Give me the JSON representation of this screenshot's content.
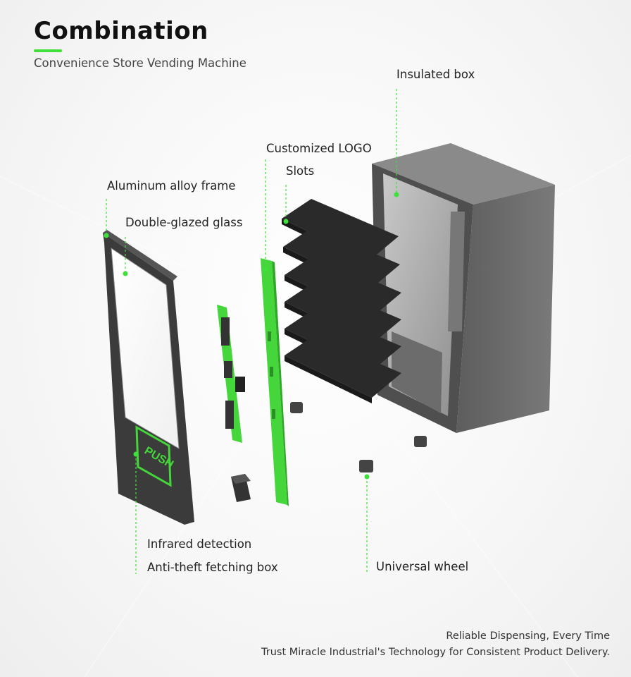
{
  "header": {
    "title": "Combination",
    "subtitle": "Convenience Store Vending Machine"
  },
  "labels": {
    "insulated_box": "Insulated box",
    "customized_logo": "Customized LOGO",
    "slots": "Slots",
    "aluminum_frame": "Aluminum alloy frame",
    "double_glass": "Double-glazed glass",
    "infrared": "Infrared detection",
    "anti_theft": "Anti-theft fetching box",
    "universal_wheel": "Universal wheel",
    "push_text": "PUSH"
  },
  "footer": {
    "line1": "Reliable Dispensing, Every Time",
    "line2": "Trust Miracle Industrial's Technology for Consistent Product Delivery."
  },
  "colors": {
    "accent": "#3fe03a",
    "panel_green": "#44d63a",
    "dark_frame": "#333333",
    "cabinet": "#6e6e6e"
  }
}
